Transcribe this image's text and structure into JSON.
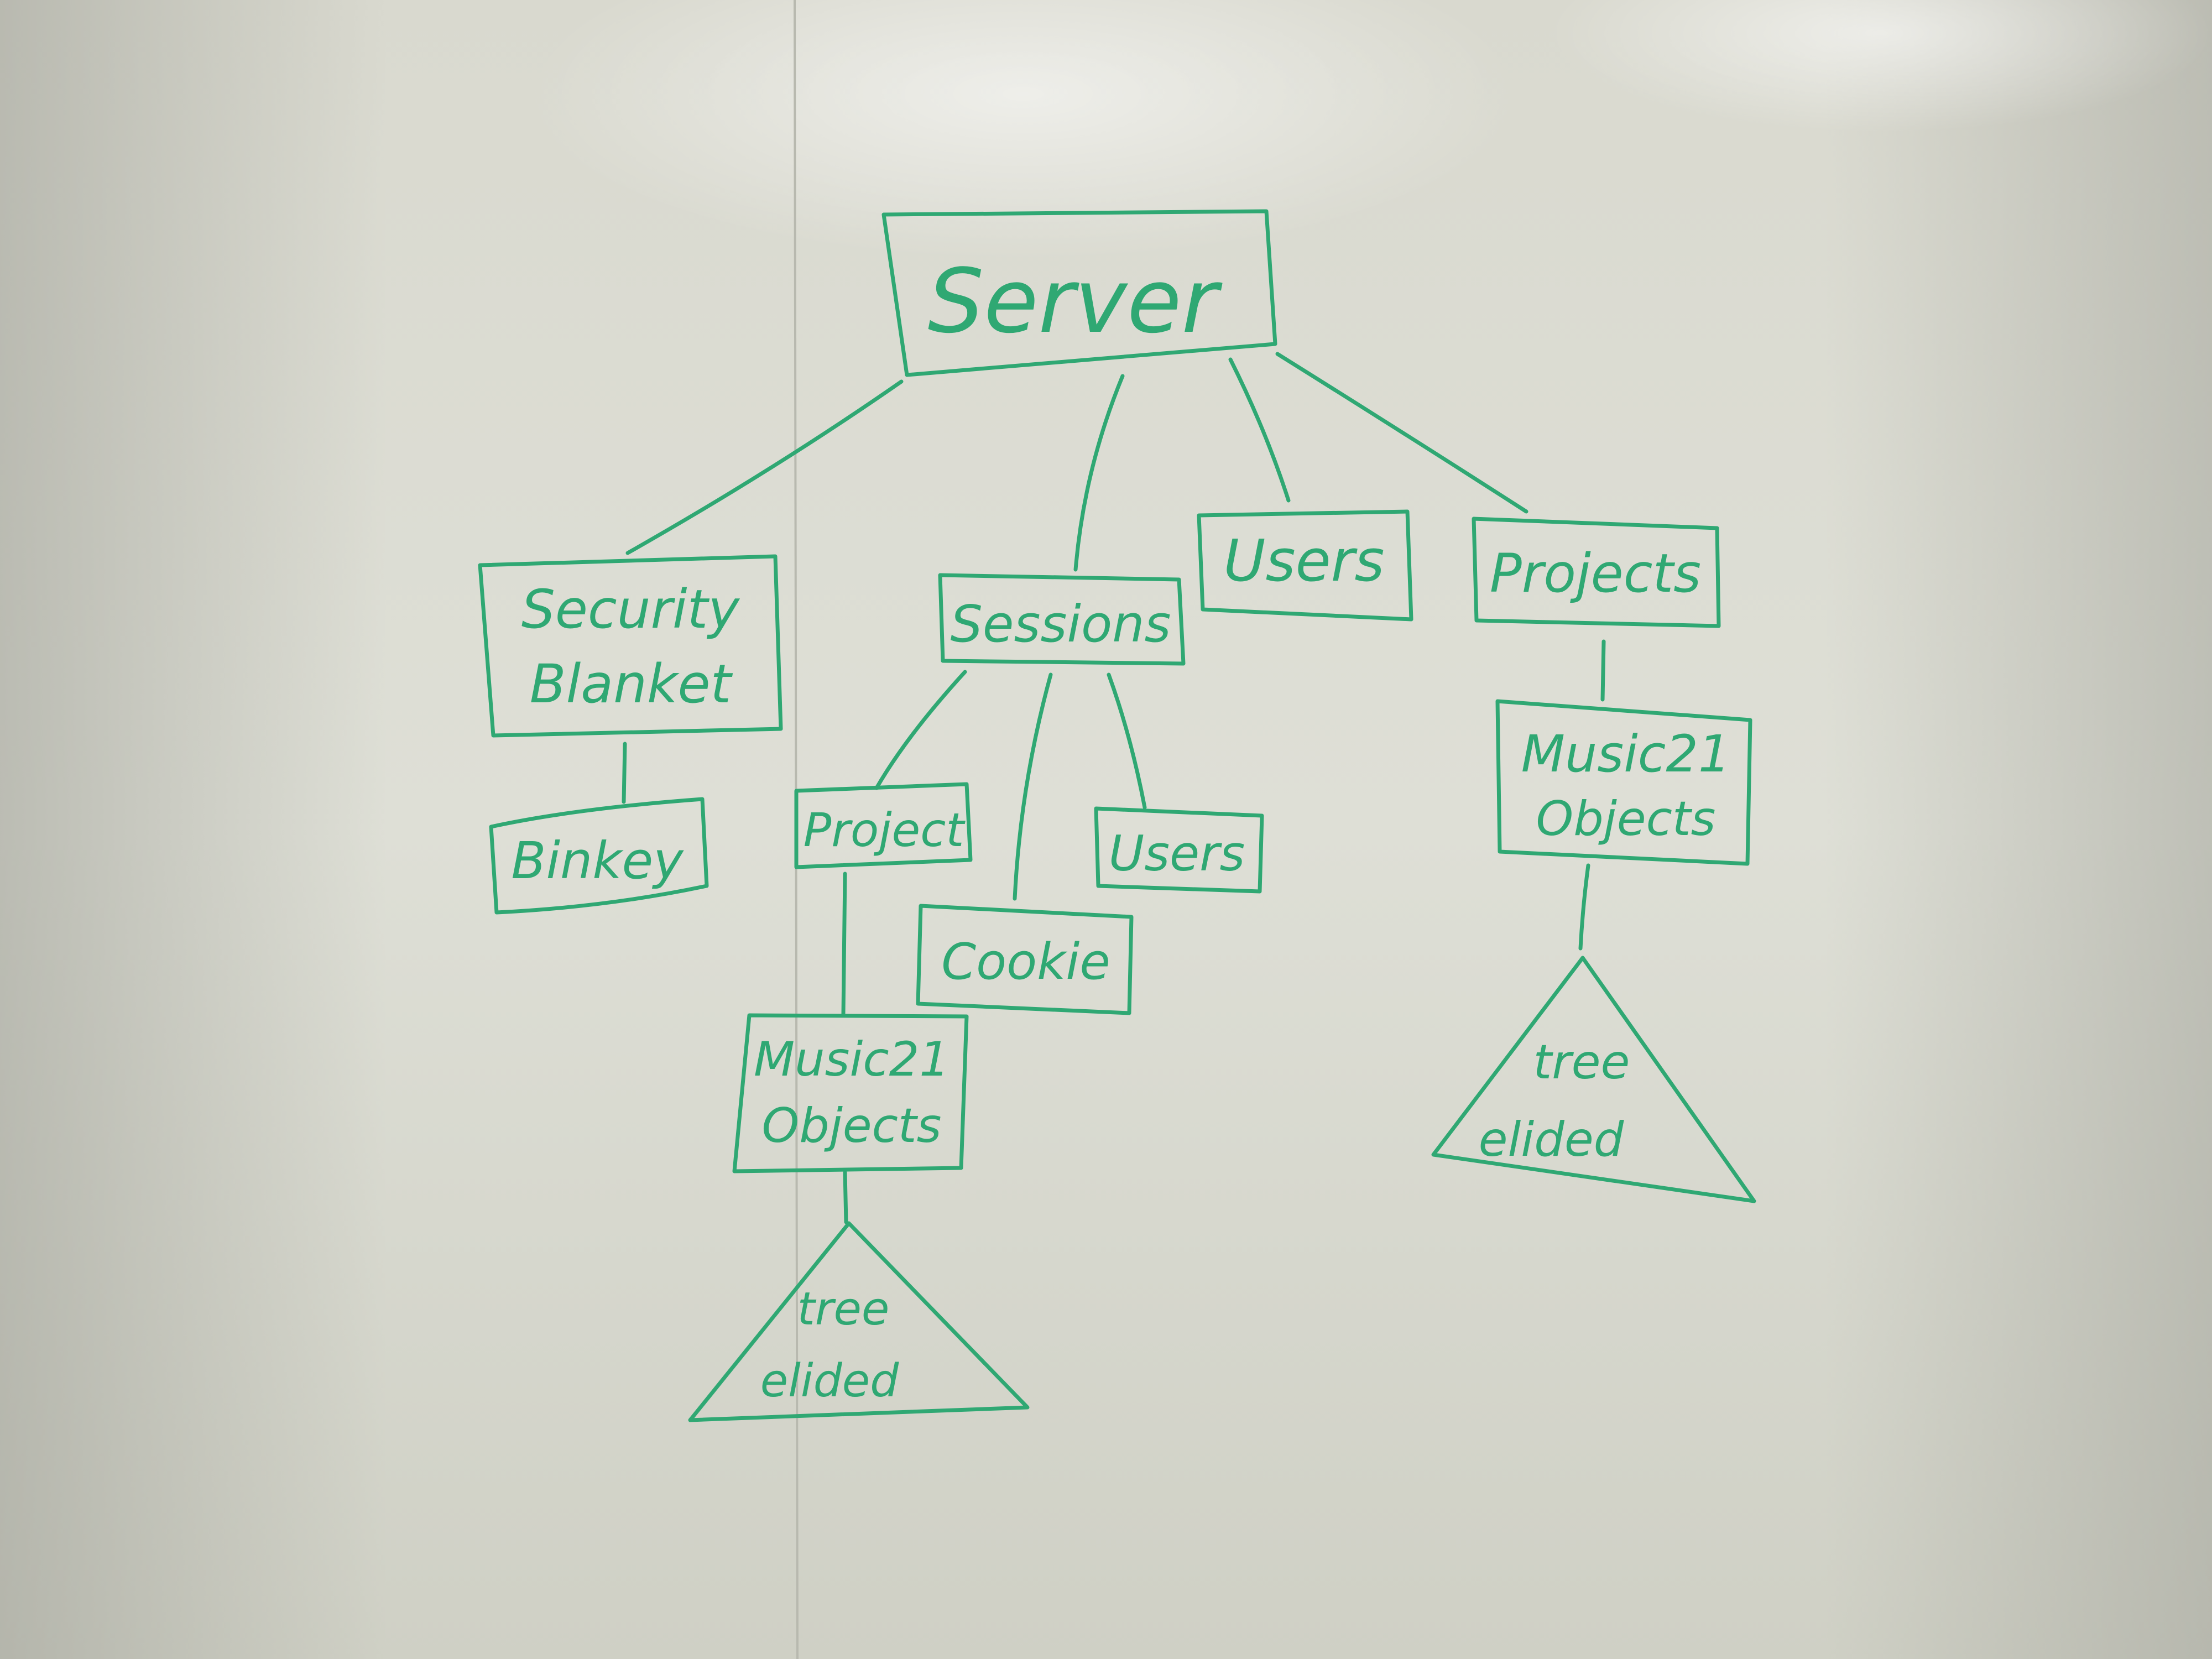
{
  "colors": {
    "marker": "#2fa873",
    "board_light": "#e4e4dc",
    "board_mid": "#d6d7cd",
    "board_dark": "#bfc0b6"
  },
  "nodes": {
    "server": {
      "label": "Server",
      "shape": "box"
    },
    "security_blanket": {
      "lines": [
        "Security",
        "Blanket"
      ],
      "shape": "box"
    },
    "binkey": {
      "label": "Binkey",
      "shape": "box"
    },
    "sessions": {
      "label": "Sessions",
      "shape": "box"
    },
    "session_project": {
      "label": "Project",
      "shape": "box"
    },
    "session_users": {
      "label": "Users",
      "shape": "box"
    },
    "cookie": {
      "label": "Cookie",
      "shape": "box"
    },
    "session_music21": {
      "lines": [
        "Music21",
        "Objects"
      ],
      "shape": "box"
    },
    "session_tree": {
      "lines": [
        "tree",
        "elided"
      ],
      "shape": "triangle"
    },
    "users": {
      "label": "Users",
      "shape": "box"
    },
    "projects": {
      "label": "Projects",
      "shape": "box"
    },
    "projects_music21": {
      "lines": [
        "Music21",
        "Objects"
      ],
      "shape": "box"
    },
    "projects_tree": {
      "lines": [
        "tree",
        "elided"
      ],
      "shape": "triangle"
    }
  },
  "edges": [
    [
      "server",
      "security_blanket"
    ],
    [
      "server",
      "sessions"
    ],
    [
      "server",
      "users"
    ],
    [
      "server",
      "projects"
    ],
    [
      "security_blanket",
      "binkey"
    ],
    [
      "sessions",
      "session_project"
    ],
    [
      "sessions",
      "cookie"
    ],
    [
      "sessions",
      "session_users"
    ],
    [
      "session_project",
      "session_music21"
    ],
    [
      "session_music21",
      "session_tree"
    ],
    [
      "projects",
      "projects_music21"
    ],
    [
      "projects_music21",
      "projects_tree"
    ]
  ]
}
